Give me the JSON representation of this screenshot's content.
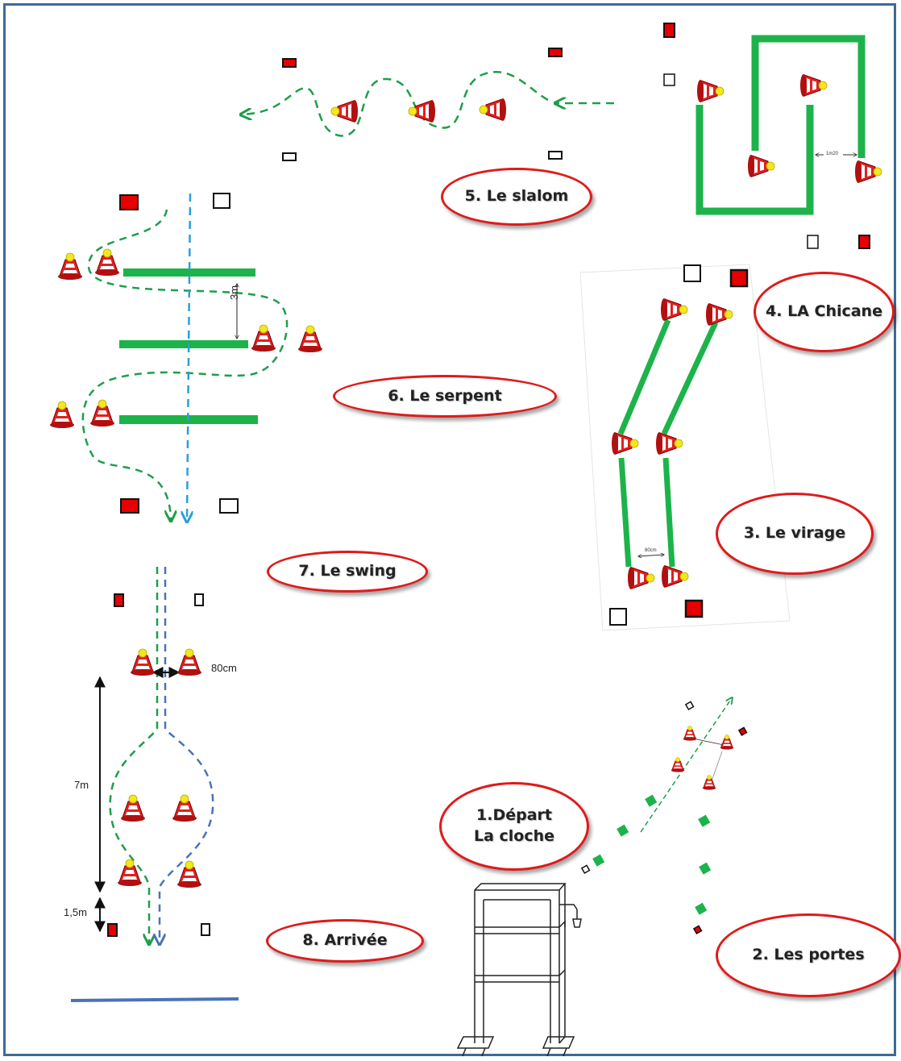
{
  "stations": {
    "s1_line1": "1.Départ",
    "s1_line2": "La cloche",
    "s2": "2. Les portes",
    "s3": "3. Le virage",
    "s4": "4.  LA Chicane",
    "s5": "5.  Le slalom",
    "s6": "6.  Le serpent",
    "s7": "7. Le swing",
    "s8": "8. Arrivée"
  },
  "measurements": {
    "serpent_gap": "3m",
    "swing_gap": "80cm",
    "swing_length": "7m",
    "swing_end": "1,5m",
    "chicane_gap": "1m20",
    "virage_gap": "80cm"
  },
  "colors": {
    "frame": "#3e6a97",
    "ellipse": "#e01a1a",
    "bar": "#1db34b",
    "path_green": "#1e9e4a",
    "path_blue": "#2a9fd6",
    "marker_red": "#e60000"
  },
  "icons": [
    "traffic-cone-icon",
    "marker-square-icon",
    "bell-gantry-icon"
  ]
}
